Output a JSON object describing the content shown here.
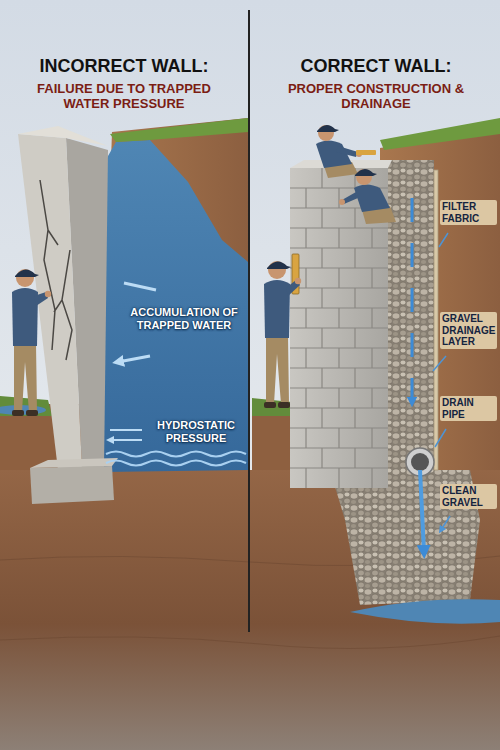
{
  "diagram": {
    "nodes": [
      {
        "text": [
          "INCORRECT WALL:",
          "FAILURE DUE TO TRAPPED WATER PRESSURE"
        ]
      },
      {
        "text": [
          "CORRECT WALL:",
          "PROPER CONSTRUCTION & DRAINAGE"
        ]
      }
    ],
    "labels": [
      "ACCUMULATION OF TRAPPED WATER",
      "HYDROSTATIC PRESSURE",
      "FILTER FABRIC",
      "GRAVEL DRAINAGE LAYER",
      "DRAIN PIPE",
      "CLEAN GRAVEL"
    ]
  }
}
